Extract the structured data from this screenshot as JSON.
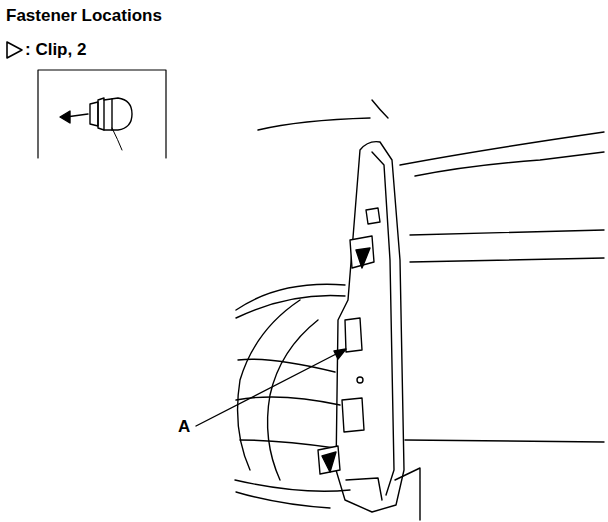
{
  "diagram": {
    "title": "Fastener Locations",
    "labels": [
      "A"
    ],
    "legend": [
      {
        "text": ": Clip, 2"
      }
    ]
  }
}
